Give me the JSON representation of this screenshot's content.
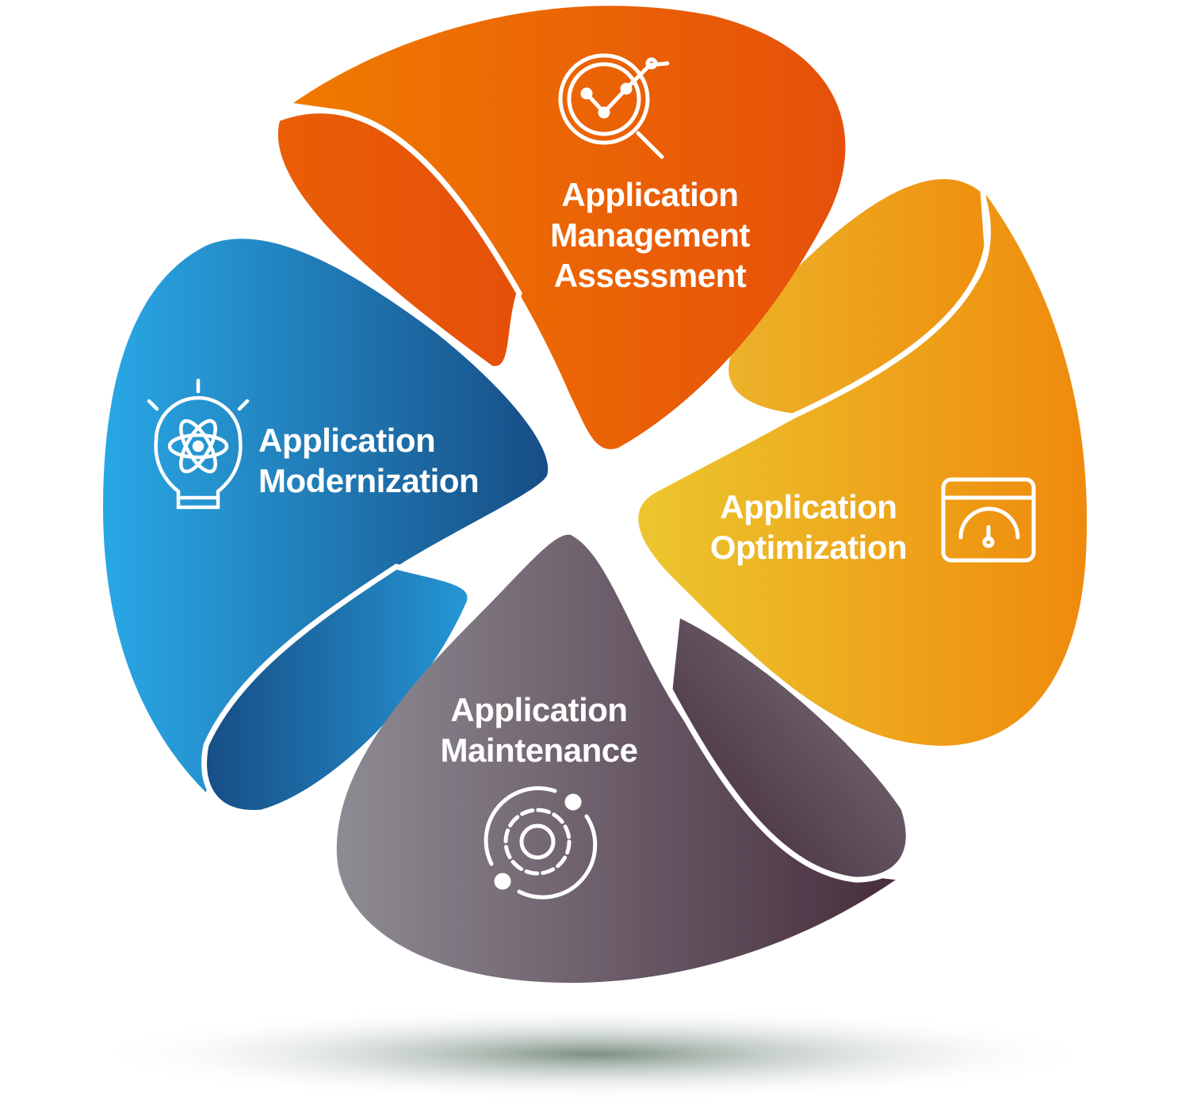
{
  "segments": [
    {
      "id": "assessment",
      "lines": [
        "Application",
        "Management",
        "Assessment"
      ],
      "icon": "analytics-magnifier-icon",
      "colors": [
        "#f07a00",
        "#e6500a"
      ]
    },
    {
      "id": "optimization",
      "lines": [
        "Application",
        "Optimization"
      ],
      "icon": "speedometer-window-icon",
      "colors": [
        "#ecc62e",
        "#ef8a0c"
      ]
    },
    {
      "id": "maintenance",
      "lines": [
        "Application",
        "Maintenance"
      ],
      "icon": "gear-cycle-icon",
      "colors": [
        "#8e8b93",
        "#472d3d"
      ]
    },
    {
      "id": "modernization",
      "lines": [
        "Application",
        "Modernization"
      ],
      "icon": "lightbulb-atom-icon",
      "colors": [
        "#29a8e6",
        "#174d85"
      ]
    }
  ]
}
